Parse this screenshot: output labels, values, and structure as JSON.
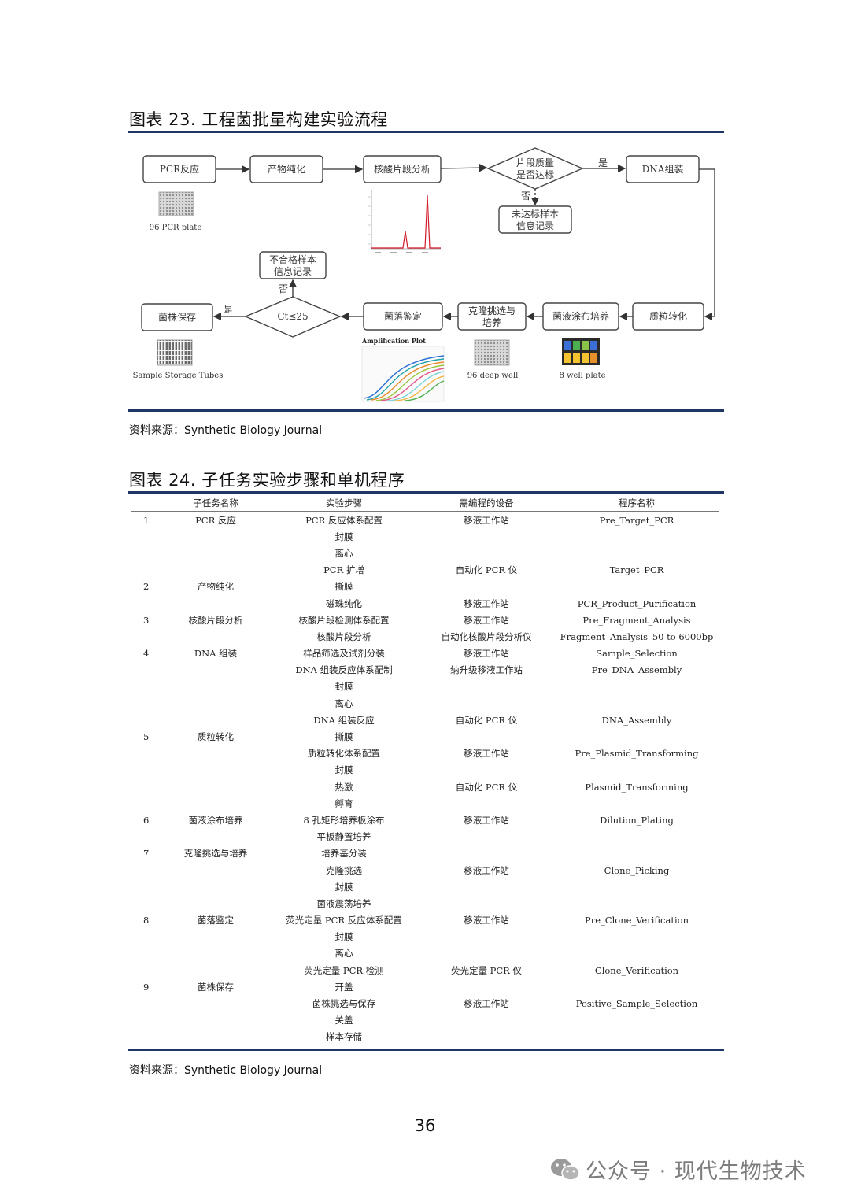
{
  "fig23": {
    "title": "图表 23.  工程菌批量构建实验流程",
    "source": "资料来源：Synthetic Biology Journal",
    "nodes": {
      "pcr": "PCR反应",
      "purify": "产物纯化",
      "fragment": "核酸片段分析",
      "qc_line1": "片段质量",
      "qc_line2": "是否达标",
      "unqualified_line1": "未达标样本",
      "unqualified_line2": "信息记录",
      "dna_assembly": "DNA组装",
      "plasmid": "质粒转化",
      "plating": "菌液涂布培养",
      "clone_line1": "克隆挑选与",
      "clone_line2": "培养",
      "identify": "菌落鉴定",
      "ct": "Ct≤25",
      "fail_line1": "不合格样本",
      "fail_line2": "信息记录",
      "storage": "菌株保存"
    },
    "labels": {
      "yes1": "是",
      "no1": "否",
      "yes2": "是",
      "no2": "否"
    },
    "captions": {
      "pcr_plate": "96 PCR plate",
      "amp_plot": "Amplification Plot",
      "deep_well": "96 deep well",
      "well_plate": "8 well plate",
      "tubes": "Sample Storage Tubes"
    }
  },
  "fig24": {
    "title": "图表 24.  子任务实验步骤和单机程序",
    "source": "资料来源：Synthetic Biology Journal",
    "headers": [
      "",
      "子任务名称",
      "实验步骤",
      "需编程的设备",
      "程序名称"
    ],
    "rows": [
      [
        "1",
        "PCR 反应",
        "PCR 反应体系配置",
        "移液工作站",
        "Pre_Target_PCR"
      ],
      [
        "",
        "",
        "封膜",
        "",
        ""
      ],
      [
        "",
        "",
        "离心",
        "",
        ""
      ],
      [
        "",
        "",
        "PCR 扩增",
        "自动化 PCR 仪",
        "Target_PCR"
      ],
      [
        "2",
        "产物纯化",
        "撕膜",
        "",
        ""
      ],
      [
        "",
        "",
        "磁珠纯化",
        "移液工作站",
        "PCR_Product_Purification"
      ],
      [
        "3",
        "核酸片段分析",
        "核酸片段检测体系配置",
        "移液工作站",
        "Pre_Fragment_Analysis"
      ],
      [
        "",
        "",
        "核酸片段分析",
        "自动化核酸片段分析仪",
        "Fragment_Analysis_50 to 6000bp"
      ],
      [
        "4",
        "DNA 组装",
        "样品筛选及试剂分装",
        "移液工作站",
        "Sample_Selection"
      ],
      [
        "",
        "",
        "DNA 组装反应体系配制",
        "纳升级移液工作站",
        "Pre_DNA_Assembly"
      ],
      [
        "",
        "",
        "封膜",
        "",
        ""
      ],
      [
        "",
        "",
        "离心",
        "",
        ""
      ],
      [
        "",
        "",
        "DNA 组装反应",
        "自动化 PCR 仪",
        "DNA_Assembly"
      ],
      [
        "5",
        "质粒转化",
        "撕膜",
        "",
        ""
      ],
      [
        "",
        "",
        "质粒转化体系配置",
        "移液工作站",
        "Pre_Plasmid_Transforming"
      ],
      [
        "",
        "",
        "封膜",
        "",
        ""
      ],
      [
        "",
        "",
        "热激",
        "自动化 PCR 仪",
        "Plasmid_Transforming"
      ],
      [
        "",
        "",
        "孵育",
        "",
        ""
      ],
      [
        "6",
        "菌液涂布培养",
        "8 孔矩形培养板涂布",
        "移液工作站",
        "Dilution_Plating"
      ],
      [
        "",
        "",
        "平板静置培养",
        "",
        ""
      ],
      [
        "7",
        "克隆挑选与培养",
        "培养基分装",
        "",
        ""
      ],
      [
        "",
        "",
        "克隆挑选",
        "移液工作站",
        "Clone_Picking"
      ],
      [
        "",
        "",
        "封膜",
        "",
        ""
      ],
      [
        "",
        "",
        "菌液震荡培养",
        "",
        ""
      ],
      [
        "8",
        "菌落鉴定",
        "荧光定量 PCR 反应体系配置",
        "移液工作站",
        "Pre_Clone_Verification"
      ],
      [
        "",
        "",
        "封膜",
        "",
        ""
      ],
      [
        "",
        "",
        "离心",
        "",
        ""
      ],
      [
        "",
        "",
        "荧光定量 PCR 检测",
        "荧光定量 PCR 仪",
        "Clone_Verification"
      ],
      [
        "9",
        "菌株保存",
        "开盖",
        "",
        ""
      ],
      [
        "",
        "",
        "菌株挑选与保存",
        "移液工作站",
        "Positive_Sample_Selection"
      ],
      [
        "",
        "",
        "关盖",
        "",
        ""
      ],
      [
        "",
        "",
        "样本存储",
        "",
        ""
      ]
    ]
  },
  "page_number": "36",
  "watermark": "公众号 · 现代生物技术",
  "colors": {
    "rule": "#1f3564",
    "watermark": "#7d7d7d"
  }
}
